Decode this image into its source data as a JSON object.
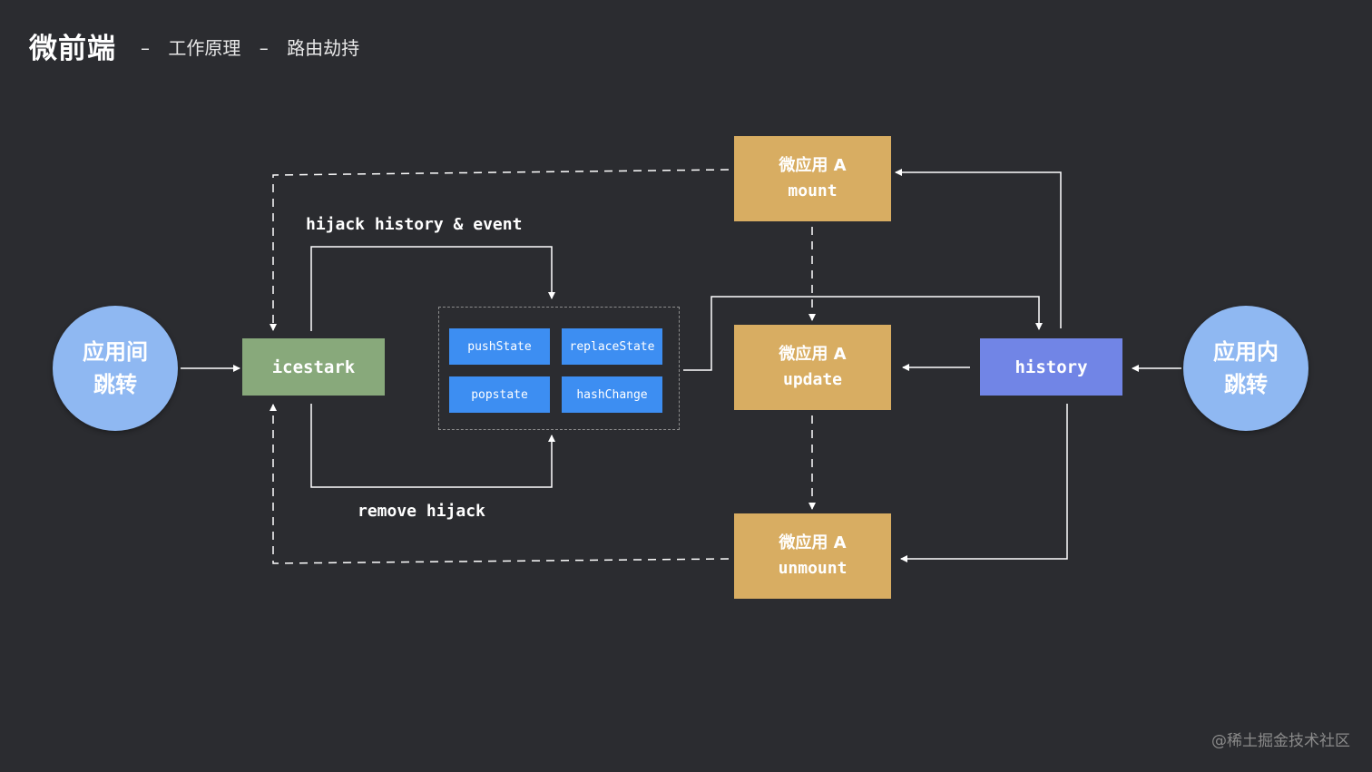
{
  "header": {
    "title": "微前端",
    "separator": "–",
    "section": "工作原理",
    "topic": "路由劫持"
  },
  "nodes": {
    "left_circle": {
      "line1": "应用间",
      "line2": "跳转"
    },
    "right_circle": {
      "line1": "应用内",
      "line2": "跳转"
    },
    "icestark": "icestark",
    "history": "history",
    "mount": {
      "line1": "微应用 A",
      "line2": "mount"
    },
    "update": {
      "line1": "微应用 A",
      "line2": "update"
    },
    "unmount": {
      "line1": "微应用 A",
      "line2": "unmount"
    },
    "apis": [
      "pushState",
      "replaceState",
      "popstate",
      "hashChange"
    ]
  },
  "labels": {
    "hijack": "hijack history & event",
    "remove": "remove hijack"
  },
  "watermark": "@稀土掘金技术社区",
  "colors": {
    "background": "#2b2c30",
    "circle": "#8fb8f2",
    "icestark": "#88a97b",
    "history": "#7185e6",
    "app": "#d8ad62",
    "api": "#3d8ef2"
  }
}
